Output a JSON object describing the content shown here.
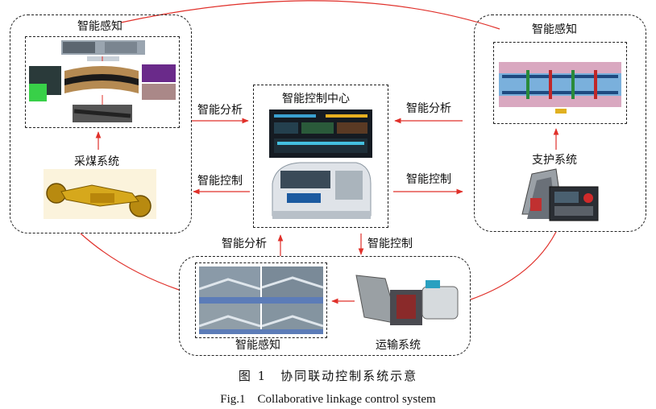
{
  "diagram": {
    "left_group": {
      "perception_label": "智能感知",
      "system_label": "采煤系统"
    },
    "right_group": {
      "perception_label": "智能感知",
      "system_label": "支护系统"
    },
    "bottom_group": {
      "perception_label": "智能感知",
      "system_label": "运输系统"
    },
    "center": {
      "title": "智能控制中心"
    },
    "edges": {
      "left_analysis": "智能分析",
      "left_control": "智能控制",
      "right_analysis": "智能分析",
      "right_control": "智能控制",
      "bottom_analysis": "智能分析",
      "bottom_control": "智能控制"
    },
    "colors": {
      "arrow": "#e0302a",
      "border": "#222222"
    }
  },
  "caption": {
    "cn": "图 1　协同联动控制系统示意",
    "en": "Fig.1　Collaborative linkage control system"
  }
}
